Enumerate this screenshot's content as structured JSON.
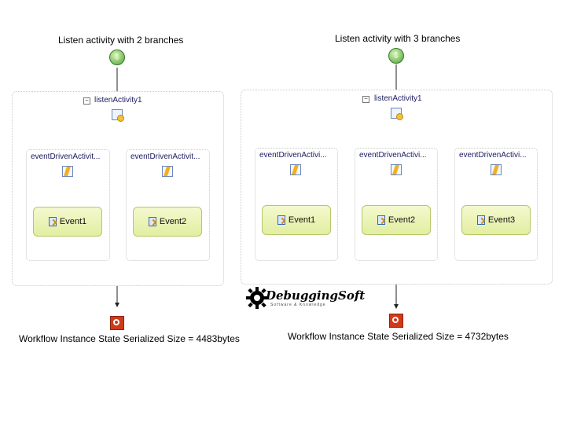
{
  "left": {
    "title": "Listen activity with 2 branches",
    "activity_label": "listenActivity1",
    "branch_labels": [
      "eventDrivenActivit...",
      "eventDrivenActivit..."
    ],
    "events": [
      "Event1",
      "Event2"
    ],
    "caption": "Workflow Instance State Serialized Size = 4483bytes"
  },
  "right": {
    "title": "Listen activity with 3 branches",
    "activity_label": "listenActivity1",
    "branch_labels": [
      "eventDrivenActivi...",
      "eventDrivenActivi...",
      "eventDrivenActivi..."
    ],
    "events": [
      "Event1",
      "Event2",
      "Event3"
    ],
    "caption": "Workflow Instance State Serialized Size = 4732bytes"
  },
  "collapse_symbol": "−",
  "logo": {
    "text": "DebuggingSoft",
    "tagline": "Software & Knowledge",
    "icon": "gear-icon"
  },
  "colors": {
    "connector": "#8b1a1a",
    "wire": "#222222",
    "event_fill": "#e8f1b0",
    "start": "#4ca03b",
    "end": "#d13a18"
  }
}
